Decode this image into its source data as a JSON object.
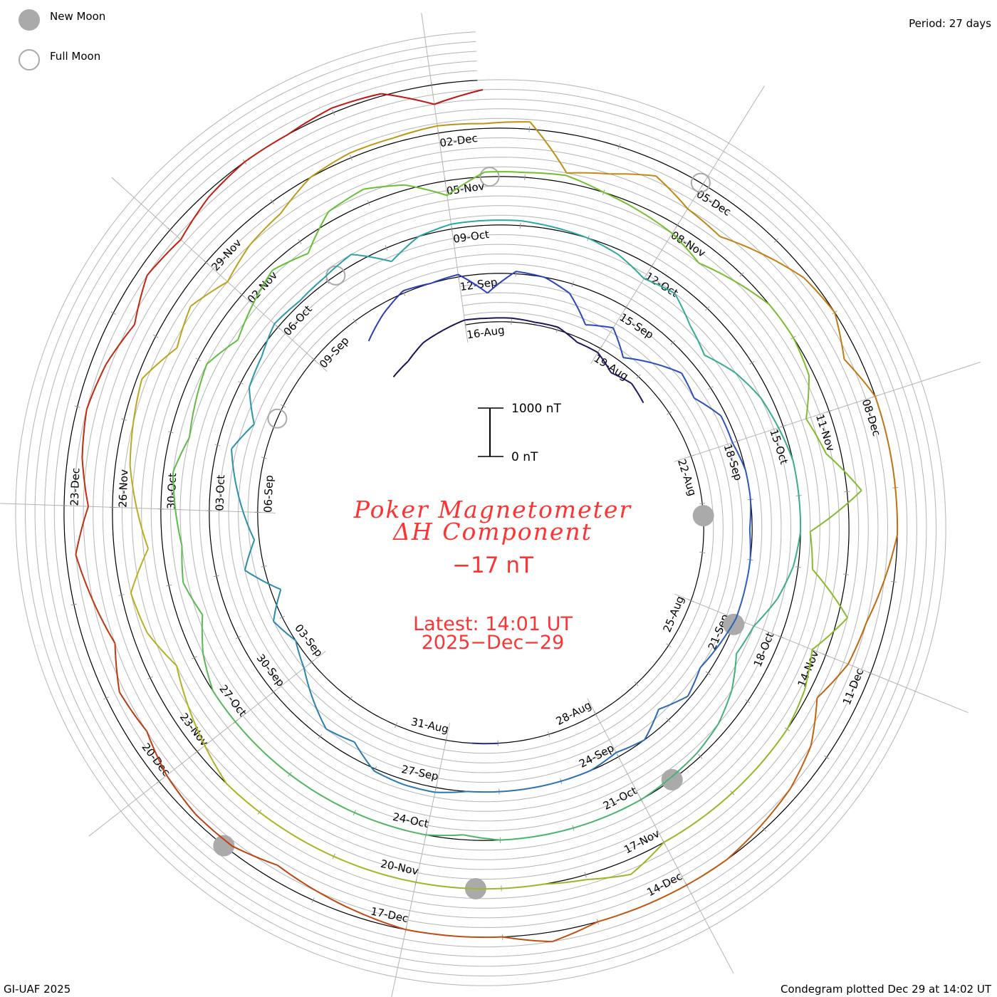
{
  "legend": {
    "new_moon": "New Moon",
    "full_moon": "Full Moon"
  },
  "period": "Period: 27 days",
  "credit": "GI-UAF 2025",
  "plotted": "Condegram plotted Dec 29 at 14:02 UT",
  "scale": {
    "top_label": "1000 nT",
    "bottom_label": "0 nT"
  },
  "title": {
    "line1": "Poker Magnetometer",
    "line2": "ΔH Component",
    "current_value": "−17 nT",
    "latest": "Latest: 14:01 UT",
    "date": "2025−Dec−29"
  },
  "colors": {
    "text_accent": "#ff3333",
    "moon": "#aaaaaa",
    "grid": "#b4b4b4",
    "baseline": "#000000"
  },
  "chart_data": {
    "type": "line",
    "subtype": "condegram-spiral",
    "title": "Poker Magnetometer ΔH Component",
    "period_days": 27,
    "units": "nT",
    "scale_bar_nT": [
      0,
      1000
    ],
    "date_labels": [
      "16-Aug",
      "19-Aug",
      "22-Aug",
      "25-Aug",
      "28-Aug",
      "31-Aug",
      "03-Sep",
      "06-Sep",
      "09-Sep",
      "12-Sep",
      "15-Sep",
      "18-Sep",
      "21-Sep",
      "24-Sep",
      "27-Sep",
      "30-Sep",
      "03-Oct",
      "06-Oct",
      "09-Oct",
      "12-Oct",
      "15-Oct",
      "18-Oct",
      "21-Oct",
      "24-Oct",
      "27-Oct",
      "30-Oct",
      "02-Nov",
      "05-Nov",
      "08-Nov",
      "11-Nov",
      "14-Nov",
      "17-Nov",
      "20-Nov",
      "23-Nov",
      "26-Nov",
      "29-Nov",
      "02-Dec",
      "05-Dec",
      "08-Dec",
      "11-Dec",
      "14-Dec",
      "17-Dec",
      "20-Dec",
      "23-Dec"
    ],
    "label_step_days": 3,
    "series_start_day": -2,
    "step_days": 0.5,
    "values": [
      -400,
      -300,
      -100,
      0,
      100,
      80,
      80,
      50,
      60,
      -100,
      -100,
      -300,
      -200,
      -300,
      null,
      null,
      null,
      null,
      null,
      null,
      null,
      null,
      null,
      null,
      null,
      null,
      null,
      null,
      null,
      null,
      null,
      null,
      0,
      0,
      null,
      null,
      null,
      null,
      null,
      null,
      null,
      null,
      null,
      null,
      null,
      null,
      null,
      null,
      null,
      null,
      null,
      null,
      null,
      null,
      -500,
      -200,
      50,
      0,
      50,
      -400,
      50,
      0,
      -200,
      -700,
      -500,
      -900,
      -600,
      -300,
      -400,
      -100,
      -100,
      0,
      0,
      -50,
      0,
      0,
      0,
      -100,
      -200,
      -50,
      -300,
      0,
      -100,
      0,
      0,
      0,
      0,
      0,
      100,
      100,
      50,
      -300,
      -200,
      -500,
      -800,
      -1000,
      -800,
      -1200,
      -600,
      -900,
      -700,
      -500,
      -300,
      -600,
      -200,
      -100,
      100,
      50,
      100,
      200,
      -300,
      0,
      100,
      100,
      100,
      50,
      0,
      -100,
      -300,
      -200,
      -500,
      -700,
      -400,
      -200,
      -100,
      0,
      0,
      0,
      -100,
      -300,
      -600,
      -700,
      -400,
      -200,
      -100,
      -50,
      0,
      0,
      0,
      0,
      0,
      -100,
      0,
      0,
      0,
      0,
      0,
      0,
      0,
      0,
      -200,
      -500,
      -300,
      -400,
      -300,
      -200,
      -400,
      -300,
      -200,
      -500,
      -300,
      -100,
      -300,
      200,
      300,
      100,
      -300,
      100,
      100,
      150,
      0,
      -100,
      -200,
      -400,
      -200,
      0,
      0,
      -100,
      -500,
      -300,
      300,
      -800,
      -700,
      200,
      -300,
      -100,
      0,
      0,
      0,
      0,
      0,
      300,
      100,
      0,
      0,
      0,
      0,
      0,
      0,
      0,
      0,
      0,
      -200,
      -400,
      -600,
      -300,
      -200,
      -700,
      -500,
      -300,
      -200,
      -100,
      -500,
      -300,
      -600,
      -400,
      -300,
      0,
      100,
      100,
      150,
      100,
      150,
      -800,
      -600,
      -300,
      -600,
      -700,
      -400,
      -100,
      0,
      -300,
      0,
      0,
      0,
      0,
      -200,
      -400,
      -500,
      -800,
      -400,
      -200,
      -100,
      0,
      0,
      0,
      0,
      200,
      0,
      0,
      0,
      -100,
      -200,
      -300,
      -100,
      -100,
      -200,
      -400,
      -300,
      -600,
      -400,
      -200,
      -500,
      -300,
      -200,
      -300,
      -500,
      -200,
      -300,
      -100,
      0,
      0,
      100,
      50,
      -400,
      -200
    ],
    "new_moon_days": [
      7.25,
      36.1,
      65.5,
      95.3,
      125.07
    ],
    "full_moon_days": [
      22.75,
      52.15,
      81.56,
      110.97
    ],
    "color_stops": [
      {
        "day": -2,
        "color": "#1e0f50"
      },
      {
        "day": 27,
        "color": "#2b3ec0"
      },
      {
        "day": 54,
        "color": "#2aa7a7"
      },
      {
        "day": 81,
        "color": "#6cc030"
      },
      {
        "day": 101,
        "color": "#b8b020"
      },
      {
        "day": 109,
        "color": "#c09010"
      },
      {
        "day": 118,
        "color": "#c06010"
      },
      {
        "day": 135.5,
        "color": "#c01010"
      }
    ]
  }
}
